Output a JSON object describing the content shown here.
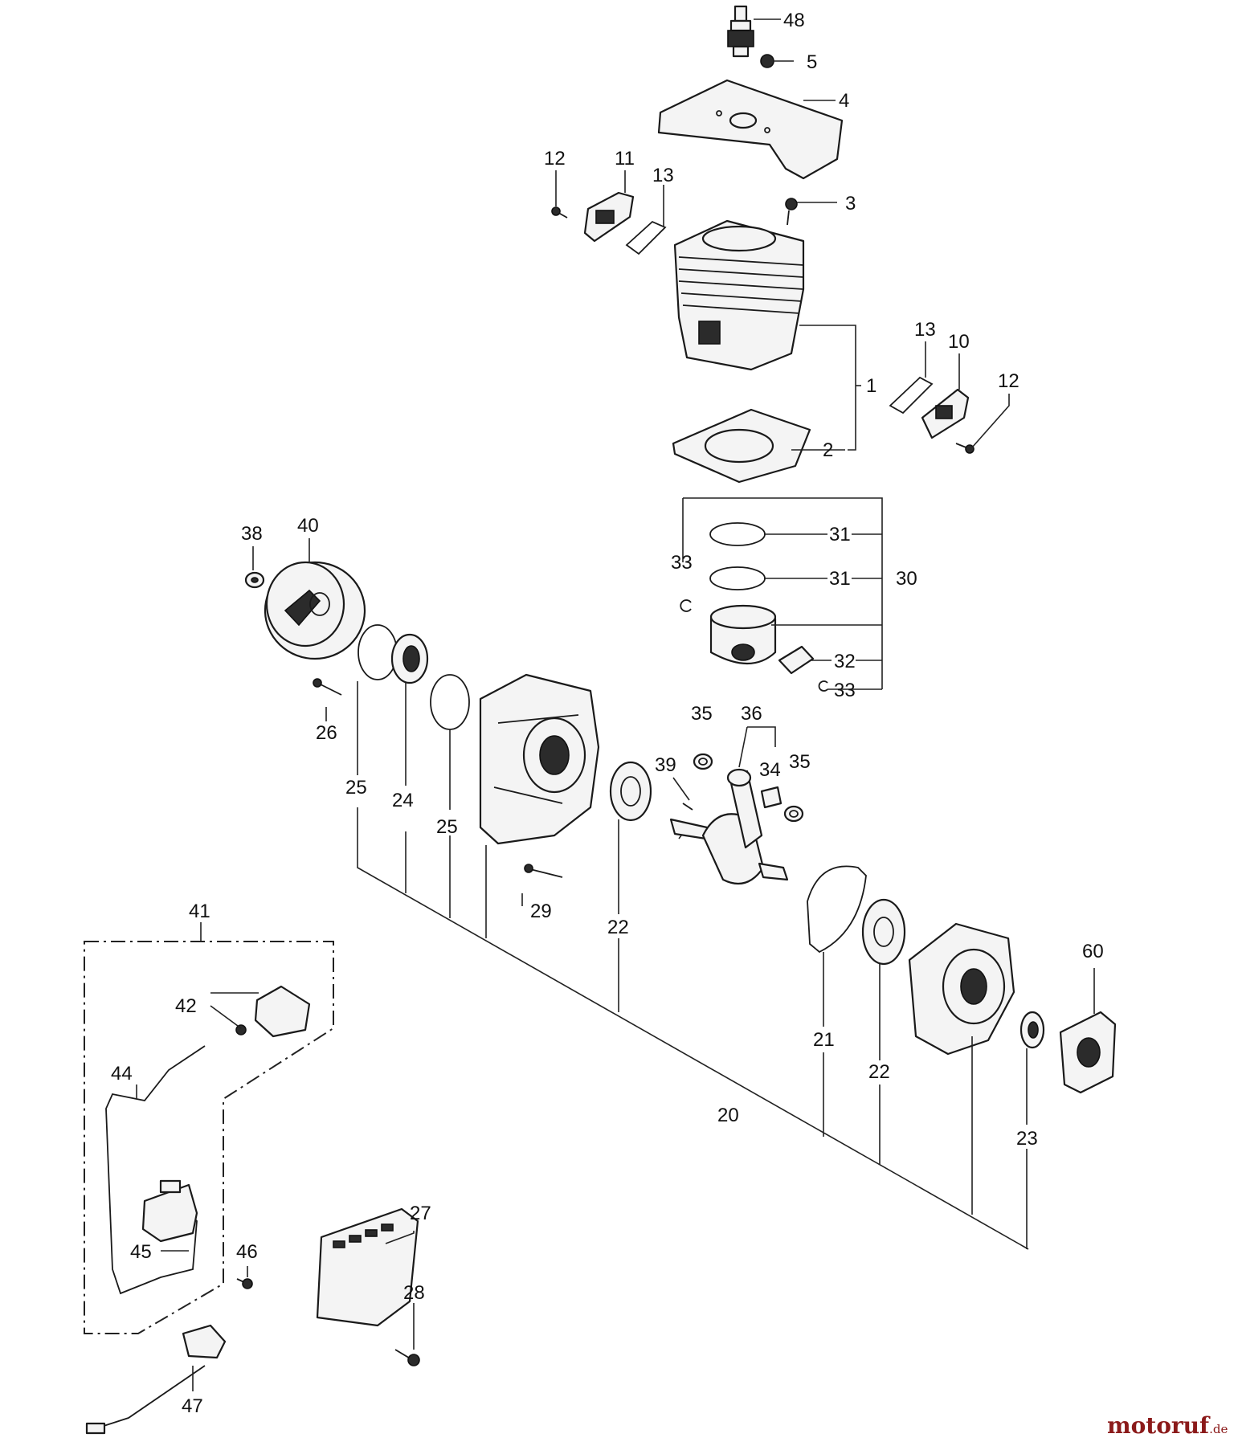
{
  "diagram": {
    "callouts": {
      "c48": "48",
      "c5": "5",
      "c4": "4",
      "c12a": "12",
      "c11": "11",
      "c13a": "13",
      "c3": "3",
      "c13b": "13",
      "c10": "10",
      "c12b": "12",
      "c1": "1",
      "c2": "2",
      "c38": "38",
      "c40": "40",
      "c31a": "31",
      "c31b": "31",
      "c33a": "33",
      "c30": "30",
      "c32": "32",
      "c33b": "33",
      "c26": "26",
      "c25a": "25",
      "c24": "24",
      "c25b": "25",
      "c35a": "35",
      "c36": "36",
      "c39": "39",
      "c34": "34",
      "c35b": "35",
      "c29": "29",
      "c22a": "22",
      "c41": "41",
      "c42": "42",
      "c44": "44",
      "c45": "45",
      "c46": "46",
      "c27": "27",
      "c28": "28",
      "c47": "47",
      "c21": "21",
      "c22b": "22",
      "c20": "20",
      "c23": "23",
      "c60": "60"
    },
    "watermark": {
      "brand": "motoruf",
      "suffix": ".de"
    }
  }
}
